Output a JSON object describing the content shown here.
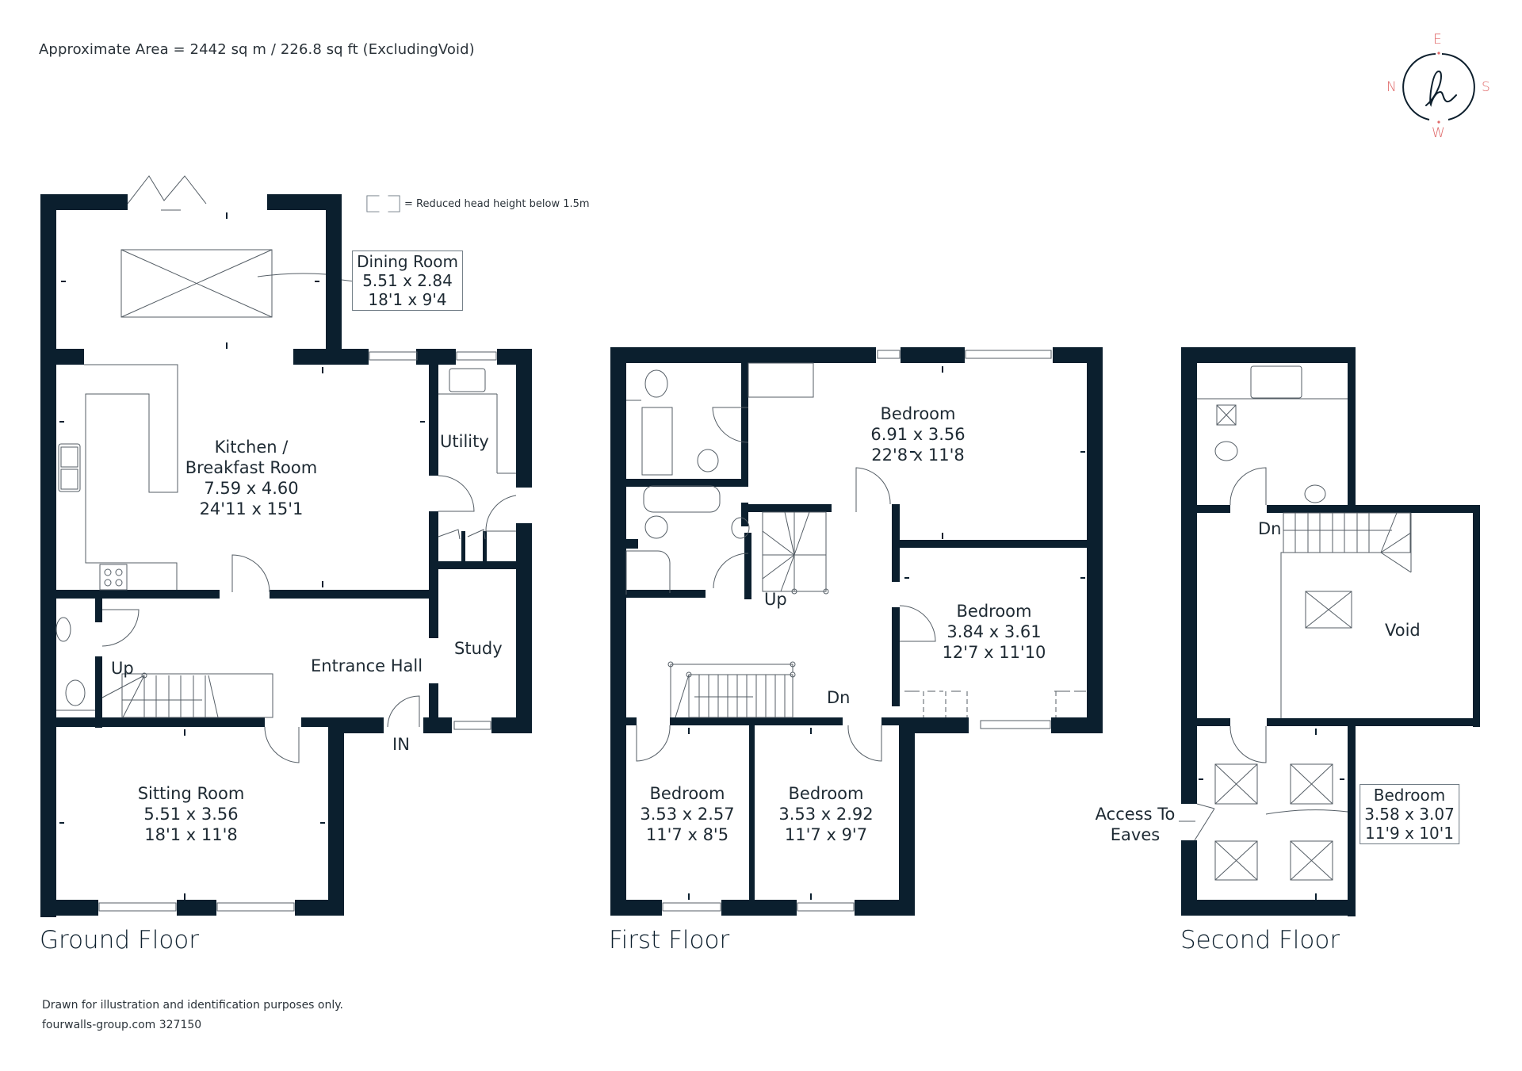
{
  "header": {
    "area_text": "Approximate Area = 2442 sq m / 226.8 sq ft  (ExcludingVoid)"
  },
  "legend": {
    "text": "= Reduced head height below 1.5m",
    "icon": "dashed-box-icon"
  },
  "compass": {
    "top": "E",
    "left": "N",
    "right": "S",
    "bottom": "W",
    "logo_icon": "script-h-logo-icon",
    "accent_color": "#e06a6a",
    "ring_color": "#0d1f2d"
  },
  "colors": {
    "wall": "#0b1f2e",
    "line": "#555e66",
    "text": "#1e2a33"
  },
  "floors": [
    {
      "title": "Ground Floor",
      "rooms": [
        {
          "name": "Dining Room",
          "metric": "5.51 x 2.84",
          "imperial": "18'1 x 9'4"
        },
        {
          "name_line1": "Kitchen /",
          "name_line2": "Breakfast Room",
          "metric": "7.59 x 4.60",
          "imperial": "24'11 x 15'1"
        },
        {
          "name": "Utility"
        },
        {
          "name": "Study"
        },
        {
          "name": "Entrance Hall"
        },
        {
          "name": "Sitting Room",
          "metric": "5.51 x 3.56",
          "imperial": "18'1 x 11'8"
        }
      ],
      "markers": {
        "stairs_up": "Up",
        "entrance": "IN"
      }
    },
    {
      "title": "First Floor",
      "rooms": [
        {
          "name": "Bedroom",
          "metric": "6.91 x 3.56",
          "imperial": "22'8 x 11'8"
        },
        {
          "name": "Bedroom",
          "metric": "3.84 x 3.61",
          "imperial": "12'7 x 11'10"
        },
        {
          "name": "Bedroom",
          "metric": "3.53 x 2.57",
          "imperial": "11'7 x 8'5"
        },
        {
          "name": "Bedroom",
          "metric": "3.53 x 2.92",
          "imperial": "11'7 x 9'7"
        }
      ],
      "markers": {
        "stairs_up": "Up",
        "stairs_down": "Dn"
      }
    },
    {
      "title": "Second Floor",
      "rooms": [
        {
          "name": "Void"
        },
        {
          "name": "Bedroom",
          "metric": "3.58 x 3.07",
          "imperial": "11'9 x 10'1"
        }
      ],
      "markers": {
        "stairs_down": "Dn",
        "eaves_line1": "Access To",
        "eaves_line2": "Eaves"
      }
    }
  ],
  "footer": {
    "disclaimer": "Drawn for illustration and identification purposes only.",
    "reference": "fourwalls-group.com 327150"
  }
}
